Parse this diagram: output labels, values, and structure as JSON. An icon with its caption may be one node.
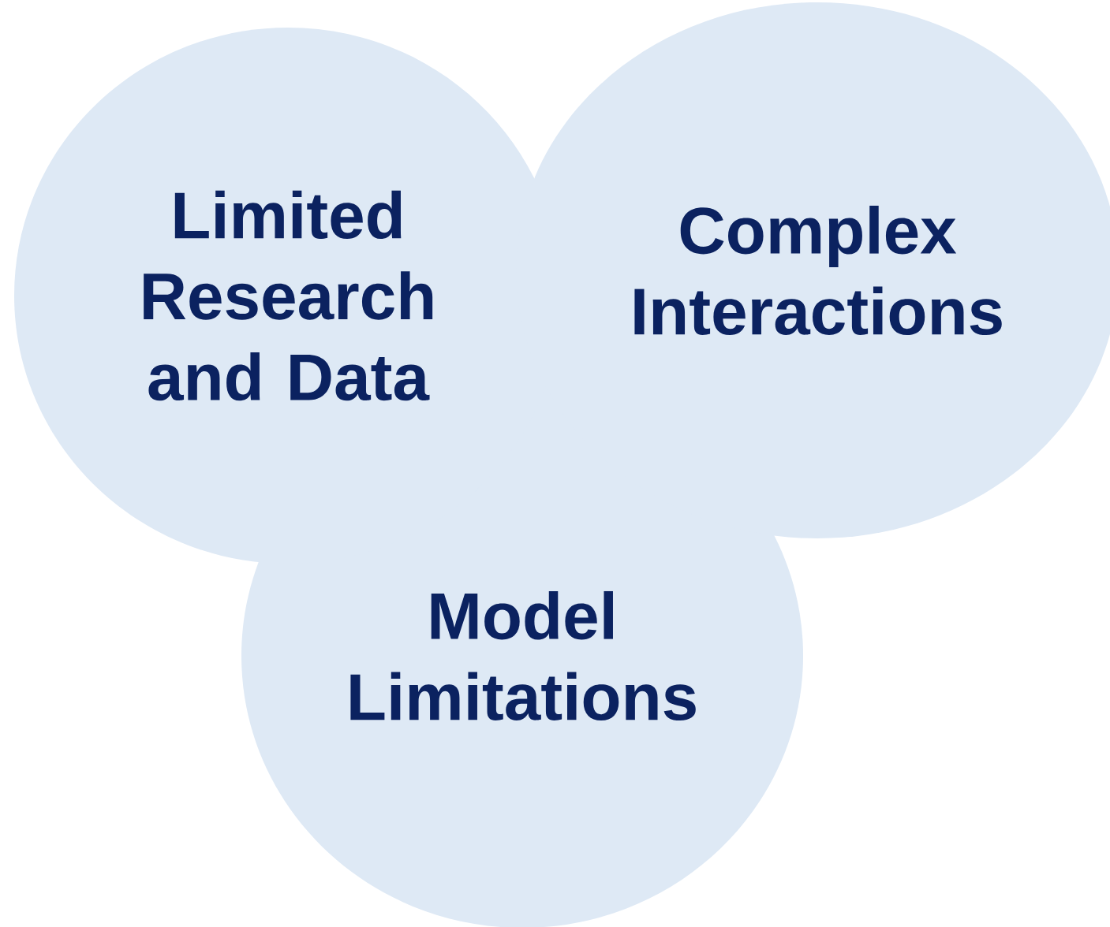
{
  "diagram": {
    "nodes": [
      {
        "text": [
          "Limited Research and Data"
        ]
      },
      {
        "text": [
          "Complex Interactions"
        ]
      },
      {
        "text": [
          "Model Limitations"
        ]
      }
    ]
  }
}
